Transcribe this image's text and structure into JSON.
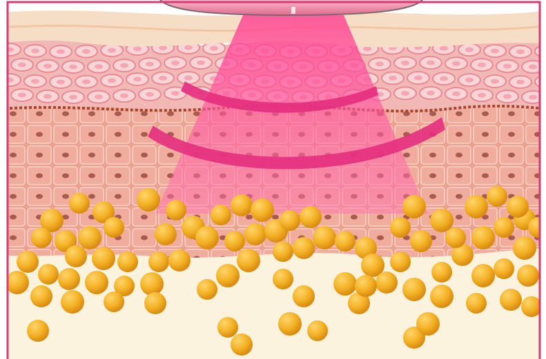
{
  "diagram": {
    "colors": {
      "frame": "#d83a74",
      "epidermis_top": "#f6ddc5",
      "cell_layer": "#f2b8b5",
      "cell_fill": "#f9d5d8",
      "melanin_line": "#a8442c",
      "dermis": "#eba190",
      "dermis_grid": "#f6c8bd",
      "nucleus": "#a85a50",
      "fat_layer": "#fbf3dd",
      "fat_cell": "#f3b125",
      "fat_cell_dark": "#d98a0f",
      "beam": "#ff4f9a",
      "wave": "#e42e7e",
      "device_body": "#ffffff",
      "device_rim": "#d9446f"
    },
    "layers": [
      "device-head",
      "energy-beam",
      "energy-waves",
      "epidermis",
      "cell-layer",
      "dermis",
      "subcutaneous-fat"
    ],
    "icons": {
      "device": "device-head-icon",
      "fat": "fat-cell-icon"
    }
  }
}
